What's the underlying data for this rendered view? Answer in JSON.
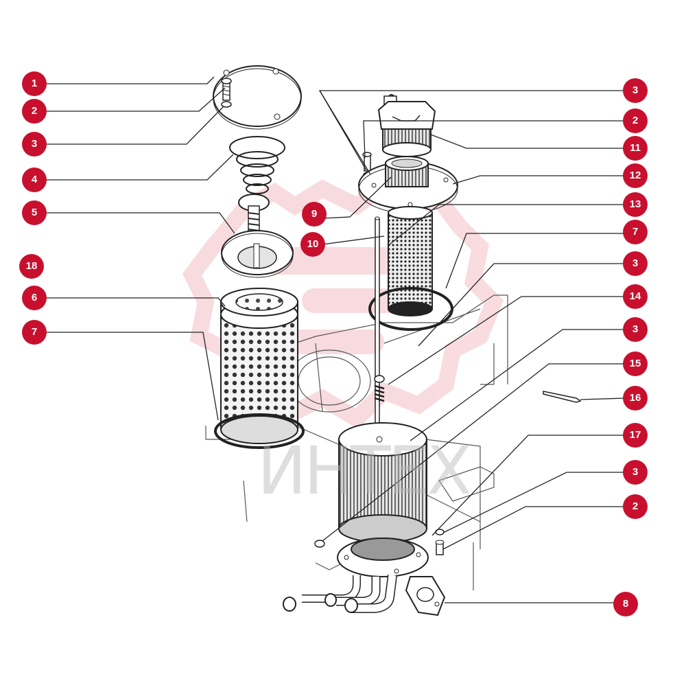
{
  "watermark": {
    "text": "ИНТЕХ",
    "color": "#e8828e"
  },
  "callout_color": "#c8102e",
  "callouts": [
    {
      "label": "1"
    },
    {
      "label": "2"
    },
    {
      "label": "3"
    },
    {
      "label": "4"
    },
    {
      "label": "5"
    },
    {
      "label": "18"
    },
    {
      "label": "6"
    },
    {
      "label": "7"
    },
    {
      "label": "3"
    },
    {
      "label": "2"
    },
    {
      "label": "11"
    },
    {
      "label": "12"
    },
    {
      "label": "9"
    },
    {
      "label": "13"
    },
    {
      "label": "10"
    },
    {
      "label": "7"
    },
    {
      "label": "3"
    },
    {
      "label": "14"
    },
    {
      "label": "3"
    },
    {
      "label": "15"
    },
    {
      "label": "16"
    },
    {
      "label": "17"
    },
    {
      "label": "3"
    },
    {
      "label": "2"
    },
    {
      "label": "8"
    }
  ]
}
